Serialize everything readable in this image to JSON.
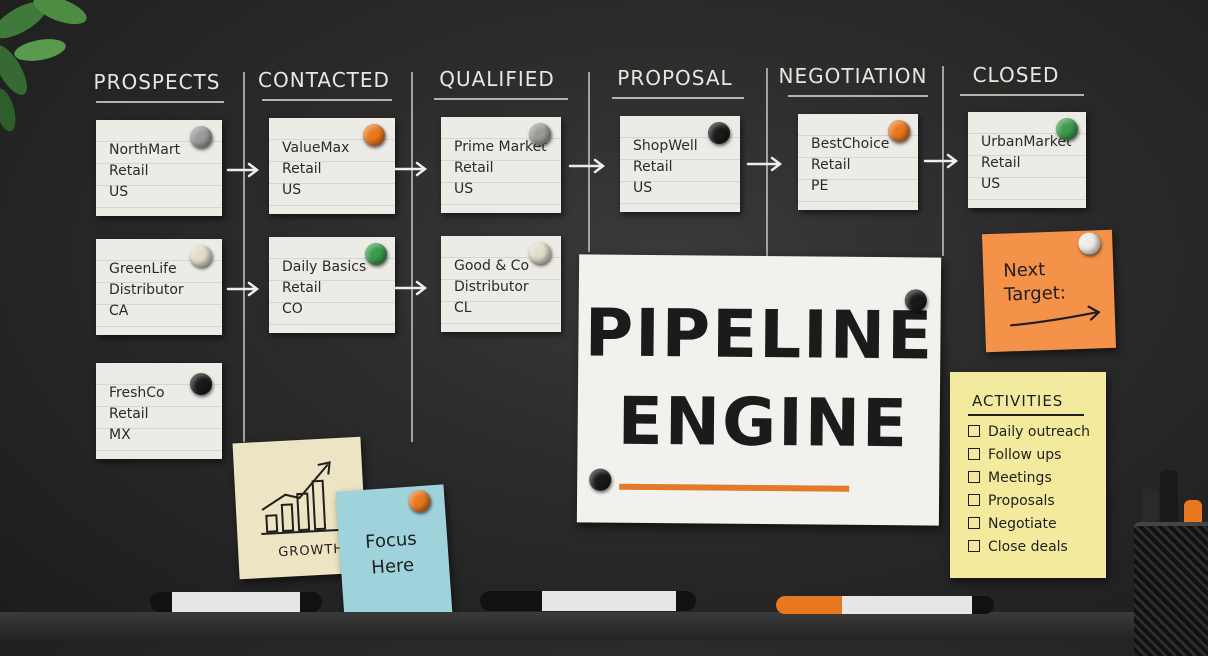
{
  "stages": [
    {
      "title": "PROSPECTS"
    },
    {
      "title": "CONTACTED"
    },
    {
      "title": "QUALIFIED"
    },
    {
      "title": "PROPOSAL"
    },
    {
      "title": "NEGOTIATION"
    },
    {
      "title": "CLOSED"
    }
  ],
  "cards": [
    {
      "name": "NorthMart",
      "type": "Retail",
      "country": "US",
      "magnet": "#9a9a98"
    },
    {
      "name": "ValueMax",
      "type": "Retail",
      "country": "US",
      "magnet": "#e8781f"
    },
    {
      "name": "Prime Market",
      "type": "Retail",
      "country": "US",
      "magnet": "#9a9a98"
    },
    {
      "name": "ShopWell",
      "type": "Retail",
      "country": "US",
      "magnet": "#1a1a1a"
    },
    {
      "name": "BestChoice",
      "type": "Retail",
      "country": "PE",
      "magnet": "#e8781f"
    },
    {
      "name": "UrbanMarket",
      "type": "Retail",
      "country": "US",
      "magnet": "#3c9a4e"
    },
    {
      "name": "GreenLife",
      "type": "Distributor",
      "country": "CA",
      "magnet": "#e2dcc8"
    },
    {
      "name": "Daily Basics",
      "type": "Retail",
      "country": "CO",
      "magnet": "#3c9a4e"
    },
    {
      "name": "Good & Co",
      "type": "Distributor",
      "country": "CL",
      "magnet": "#e2dcc8"
    },
    {
      "name": "FreshCo",
      "type": "Retail",
      "country": "MX",
      "magnet": "#1a1a1a"
    }
  ],
  "poster": {
    "line1": "PIPELINE",
    "line2": "ENGINE",
    "accent": "#e07a2c"
  },
  "notes": {
    "next_target": "Next\nTarget:",
    "growth": "GROWTH",
    "focus": "Focus\nHere"
  },
  "activities": {
    "title": "ACTIVITIES",
    "items": [
      "Daily outreach",
      "Follow ups",
      "Meetings",
      "Proposals",
      "Negotiate",
      "Close deals"
    ]
  },
  "colors": {
    "orange_note": "#f4924a",
    "yellow_note": "#f3ea9e",
    "blue_note": "#9fd3dc",
    "cream_note": "#ece4c3"
  }
}
